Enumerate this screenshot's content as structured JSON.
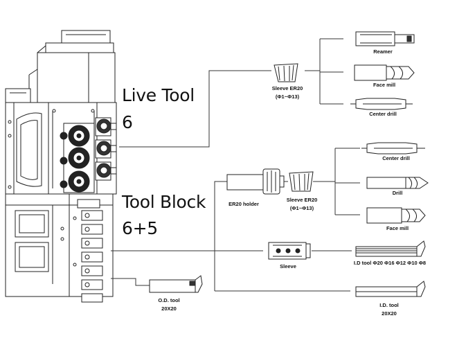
{
  "labels": {
    "live_tool": "Live Tool",
    "live_tool_count": "6",
    "tool_block": "Tool Block",
    "tool_block_count": "6+5",
    "sleeve_er20_top": "Sleeve ER20",
    "sleeve_er20_top_range": "(Φ1~Φ13)",
    "reamer": "Reamer",
    "face_mill_top": "Face mill",
    "center_drill_top": "Center drill",
    "center_drill_mid": "Center drill",
    "drill": "Drill",
    "face_mill_mid": "Face mill",
    "er20_holder": "ER20 holder",
    "sleeve_er20_mid": "Sleeve ER20",
    "sleeve_er20_mid_range": "(Φ1~Φ13)",
    "sleeve": "Sleeve",
    "id_tool_list": "I.D tool Φ20 Φ16 Φ12 Φ10 Φ8",
    "od_tool": "O.D. tool",
    "od_tool_size": "20X20",
    "id_tool": "I.D. tool",
    "id_tool_size": "20X20"
  }
}
